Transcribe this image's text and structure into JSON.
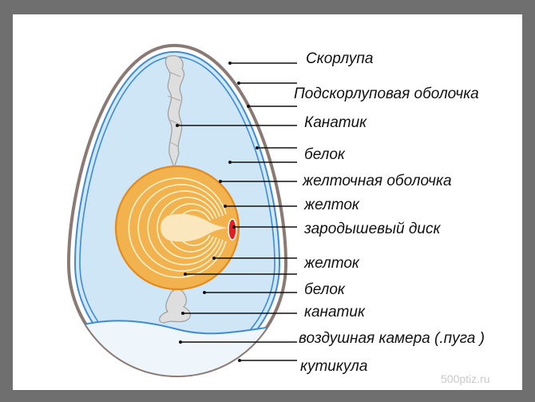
{
  "labels": [
    "Скорлупа",
    "Подскорлуповая  оболочка",
    "Канатик",
    "белок",
    "желточная оболочка",
    "желток",
    "зародышевый диск",
    "желток",
    "белок",
    "канатик",
    "воздушная камера (.пуга )",
    "кутикула"
  ],
  "watermark": "500ptiz.ru",
  "colors": {
    "frame": "#6f6f6f",
    "shell": "#8a7a73",
    "membrane": "#3d8bd8",
    "albumen": "#cfe6f6",
    "air_cell": "#eef6fb",
    "yolk": "#f2b24e",
    "yolk_rings": "#fff2d0",
    "germinal_disc": "#e21d24",
    "chalaza": "#d8d8d8",
    "leader_line": "#111111"
  }
}
